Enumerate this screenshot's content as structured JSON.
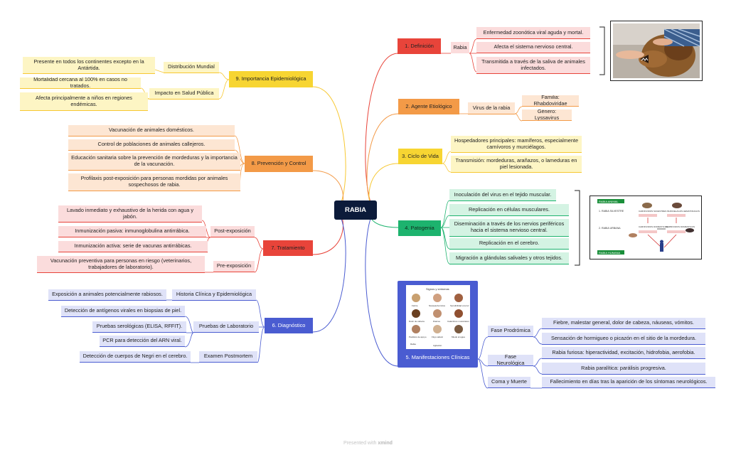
{
  "center": "RABIA",
  "definicion": {
    "title": "1. Definición",
    "sub": "Rabia",
    "items": [
      "Enfermedad zoonótica viral aguda y mortal.",
      "Afecta el sistema nervioso central.",
      "Transmitida a través de la saliva de animales infectados."
    ]
  },
  "agente": {
    "title": "2. Agente Etiológico",
    "sub": "Virus de la rabia",
    "items": [
      "Familia: Rhabdoviridae",
      "Género: Lyssavirus"
    ]
  },
  "ciclo": {
    "title": "3. Ciclo de Vida",
    "items": [
      "Hospedadores principales: mamíferos, especialmente carnívoros y murciélagos.",
      "Transmisión: mordeduras, arañazos, o lameduras en piel lesionada."
    ]
  },
  "patogenia": {
    "title": "4. Patogenia",
    "items": [
      "Inoculación del virus en el tejido muscular.",
      "Replicación en células musculares.",
      "Diseminación a través de los nervios periféricos hacia el sistema nervioso central.",
      "Replicación en el cerebro.",
      "Migración a glándulas salivales y otros tejidos."
    ],
    "figure": {
      "header_animal": "RABIA ANIMAL",
      "silvestre": "1. RABIA SILVESTRE",
      "urbana": "2. RABIA URBANA",
      "carn_silv": "CARNIVOROS SILVESTRES",
      "murc": "MURCIELAGOS HEMATOFAGOS",
      "carn_dom": "CARNIVOROS DOMESTICOS",
      "herb": "HERBIVOROS DOMESTICOS",
      "header_humana": "RABIA HUMANA"
    }
  },
  "manifestaciones": {
    "title": "5. Manifestaciones Clínicas",
    "figure_title": "Signos y síntomas",
    "figure_labels": [
      "Fiebre",
      "Náuseas/vómitos",
      "Sensibilidad a la luz",
      "Dolor de cabeza",
      "Diarrea",
      "Calambres musculares",
      "Parálisis de apoyo",
      "Flujo salival",
      "Miedo al agua",
      "Rabia",
      "Agitación"
    ],
    "fases": [
      {
        "label": "Fase Prodrómica",
        "items": [
          "Fiebre, malestar general, dolor de cabeza, náuseas, vómitos.",
          "Sensación de hormigueo o picazón en el sitio de la mordedura."
        ]
      },
      {
        "label": "Fase Neurológica",
        "items": [
          "Rabia furiosa: hiperactividad, excitación, hidrofobia, aerofobia.",
          "Rabia paralítica: parálisis progresiva."
        ]
      },
      {
        "label": "Coma y Muerte",
        "items": [
          "Fallecimiento en días tras la aparición de los síntomas neurológicos."
        ]
      }
    ]
  },
  "diagnostico": {
    "title": "6. Diagnóstico",
    "subs": [
      {
        "label": "Historia Clínica y Epidemiológica",
        "items": [
          "Exposición a animales potencialmente rabiosos."
        ]
      },
      {
        "label": "Pruebas de Laboratorio",
        "items": [
          "Detección de antígenos virales en biopsias de piel.",
          "Pruebas serológicas (ELISA, RFFIT).",
          "PCR para detección del ARN viral."
        ]
      },
      {
        "label": "Examen Postmortem",
        "items": [
          "Detección de cuerpos de Negri en el cerebro."
        ]
      }
    ]
  },
  "tratamiento": {
    "title": "7. Tratamiento",
    "subs": [
      {
        "label": "Post-exposición",
        "items": [
          "Lavado inmediato y exhaustivo de la herida con agua y jabón.",
          "Inmunización pasiva: inmunoglobulina antirrábica.",
          "Inmunización activa: serie de vacunas antirrábicas."
        ]
      },
      {
        "label": "Pre-exposición",
        "items": [
          "Vacunación preventiva para personas en riesgo (veterinarios, trabajadores de laboratorio)."
        ]
      }
    ]
  },
  "prevencion": {
    "title": "8. Prevención y Control",
    "items": [
      "Vacunación de animales domésticos.",
      "Control de poblaciones de animales callejeros.",
      "Educación sanitaria sobre la prevención de mordeduras y la importancia de la vacunación.",
      "Profilaxis post-exposición para personas mordidas por animales sospechosos de rabia."
    ]
  },
  "importancia": {
    "title": "9. Importancia Epidemiológica",
    "subs": [
      {
        "label": "Distribución Mundial",
        "items": [
          "Presente en todos los continentes excepto en la Antártida."
        ]
      },
      {
        "label": "Impacto en Salud Pública",
        "items": [
          "Mortalidad cercana al 100% en casos no tratados.",
          "Afecta principalmente a niños en regiones endémicas."
        ]
      }
    ]
  },
  "footer": {
    "prefix": "Presented with",
    "brand": "xmind"
  }
}
